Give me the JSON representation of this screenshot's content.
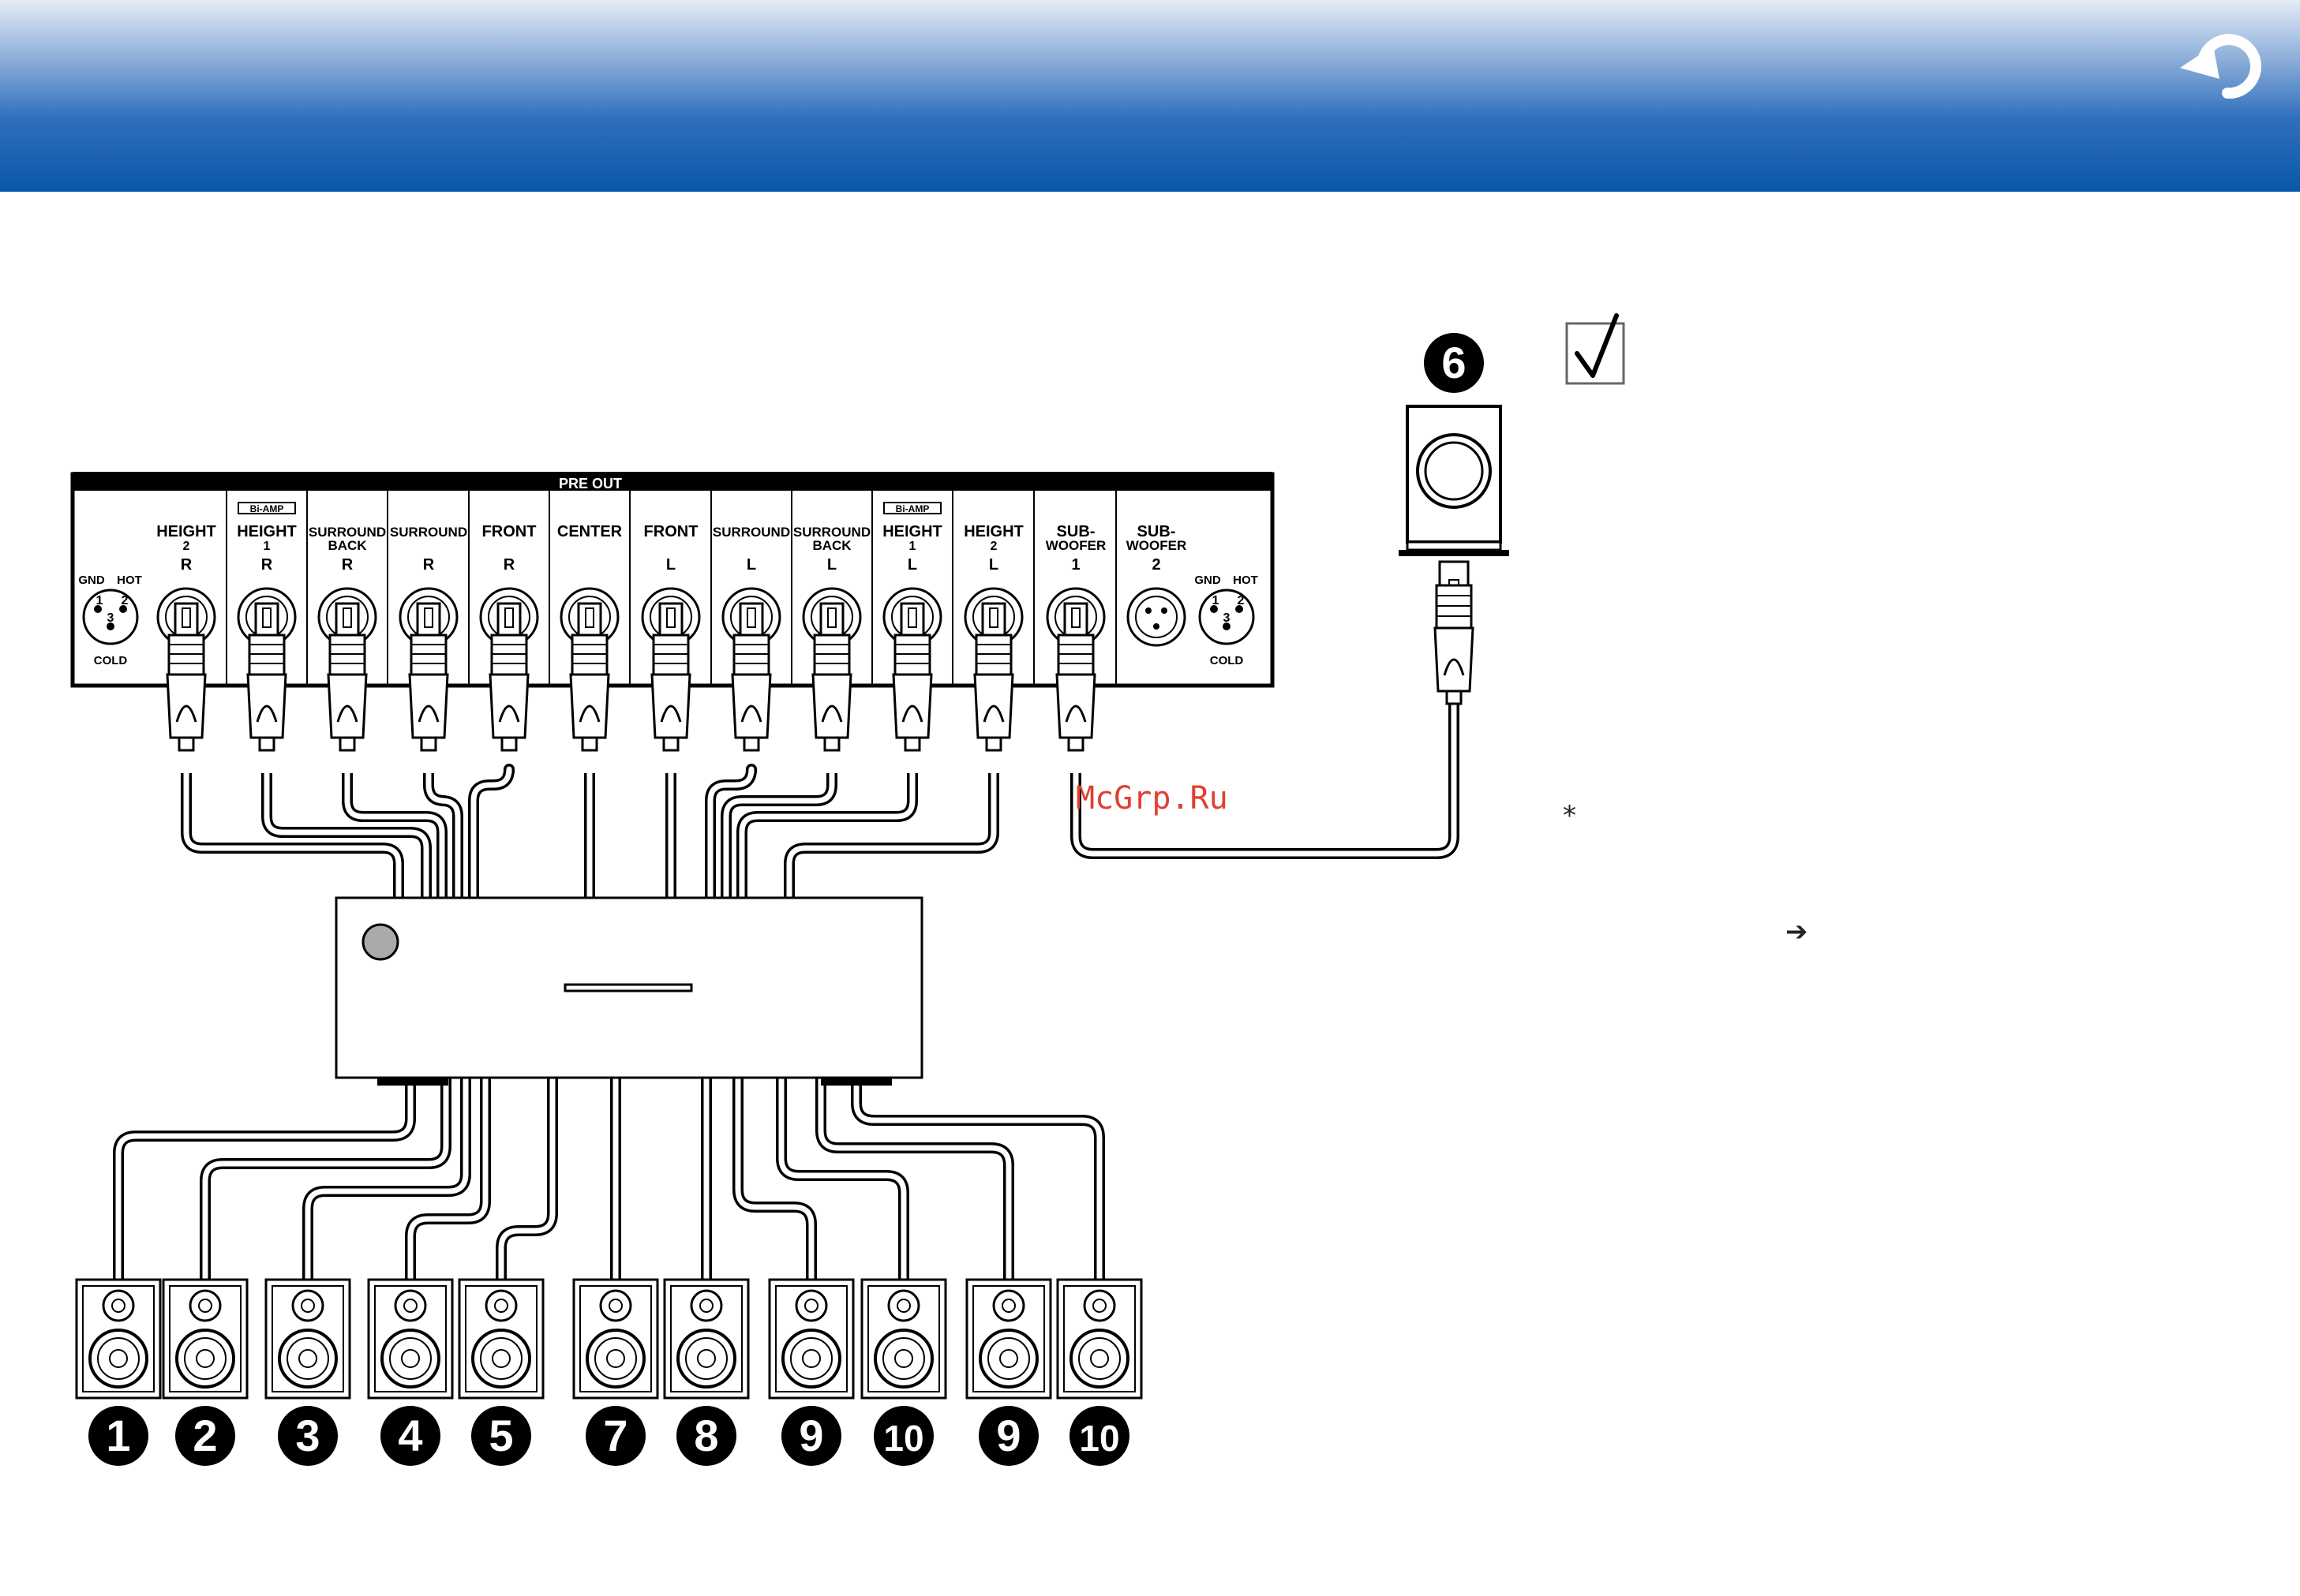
{
  "panel": {
    "pre_out_title": "PRE OUT",
    "bi_amp_label": "Bi-AMP",
    "channels": [
      {
        "line1": "HEIGHT",
        "line2": "2",
        "side": "R"
      },
      {
        "line1": "HEIGHT",
        "line2": "1",
        "side": "R",
        "biamp": true
      },
      {
        "line1": "SURROUND",
        "line2": "BACK",
        "side": "R"
      },
      {
        "line1": "SURROUND",
        "line2": "",
        "side": "R"
      },
      {
        "line1": "FRONT",
        "line2": "",
        "side": "R"
      },
      {
        "line1": "CENTER",
        "line2": "",
        "side": ""
      },
      {
        "line1": "FRONT",
        "line2": "",
        "side": "L"
      },
      {
        "line1": "SURROUND",
        "line2": "",
        "side": "L"
      },
      {
        "line1": "SURROUND",
        "line2": "BACK",
        "side": "L"
      },
      {
        "line1": "HEIGHT",
        "line2": "1",
        "side": "L",
        "biamp": true
      },
      {
        "line1": "HEIGHT",
        "line2": "2",
        "side": "L"
      },
      {
        "line1": "SUB-",
        "line2": "WOOFER",
        "side": "1"
      },
      {
        "line1": "SUB-",
        "line2": "WOOFER",
        "side": "2"
      }
    ],
    "pin_labels": {
      "gnd": "GND",
      "hot": "HOT",
      "cold": "COLD",
      "pin1": "1",
      "pin2": "2",
      "pin3": "3"
    }
  },
  "subwoofer_number": "6",
  "speaker_numbers": [
    "1",
    "2",
    "3",
    "4",
    "5",
    "7",
    "8",
    "9",
    "10",
    "9",
    "10"
  ],
  "watermark": "McGrp.Ru",
  "note_asterisk": "*",
  "arrow_symbol": "➔",
  "colors": {
    "header_blue": "#0a57a8",
    "watermark": "#e04030"
  }
}
